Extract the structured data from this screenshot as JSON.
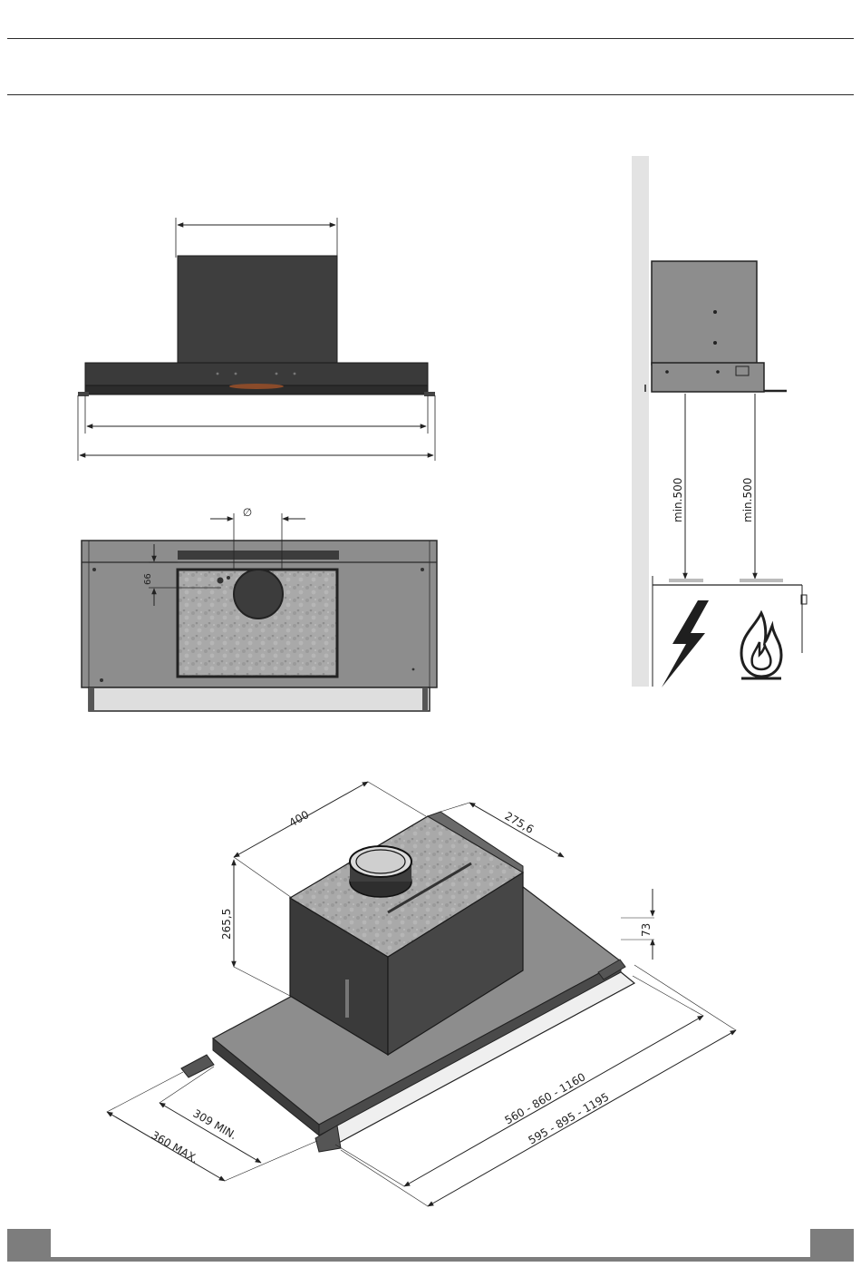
{
  "front_view": {
    "chimney_width_label": "",
    "inner_width_label": "",
    "outer_width_label": ""
  },
  "top_view": {
    "diameter_symbol": "∅",
    "offset_66": "66"
  },
  "side_view": {
    "clearance_left": "min.500",
    "clearance_right": "min.500",
    "left_hazard_icon": "lightning-icon",
    "right_hazard_icon": "flame-icon"
  },
  "iso_view": {
    "dim_400": "400",
    "dim_2756": "275,6",
    "dim_2655": "265,5",
    "dim_73": "73",
    "dim_309": "309 MIN.",
    "dim_360": "360 MAX.",
    "dim_560": "560 - 860 - 1160",
    "dim_595": "595 - 895 - 1195"
  },
  "colors": {
    "body_dark": "#3c3c3c",
    "panel_grey": "#8d8d8d",
    "filter_grey": "#a9a9a9",
    "wall_grey": "#e3e3e3",
    "footer_grey": "#7d7d7d"
  }
}
